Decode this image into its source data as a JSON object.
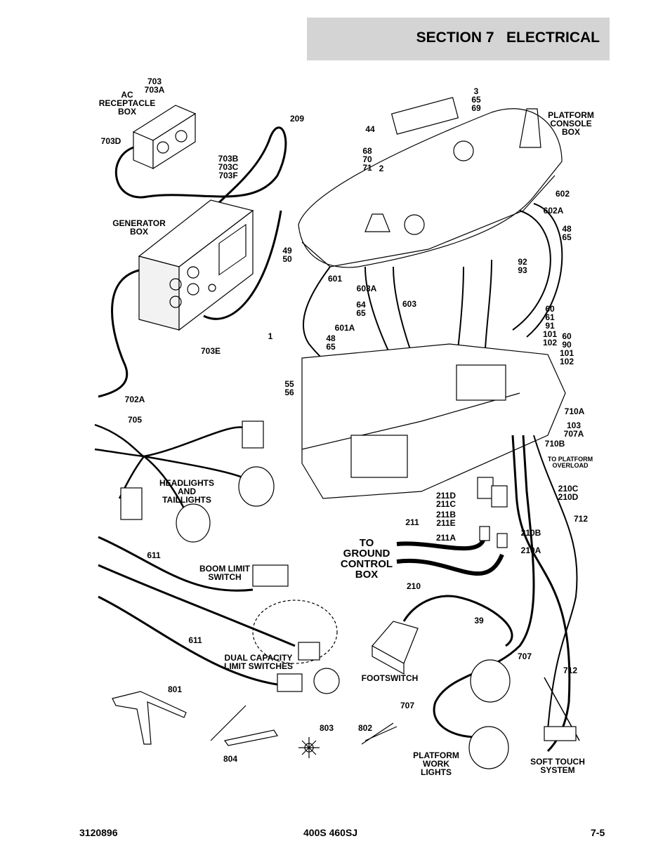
{
  "header": {
    "section_title": "SECTION 7   ELECTRICAL"
  },
  "components": {
    "ac_receptacle_box": "AC\nRECEPTACLE\nBOX",
    "generator_box": "GENERATOR\nBOX",
    "platform_console_box": "PLATFORM\nCONSOLE\nBOX",
    "headlights_taillights": "HEADLIGHTS\nAND\nTAILLIGHTS",
    "boom_limit_switch": "BOOM LIMIT\nSWITCH",
    "dual_capacity_limit_switches": "DUAL CAPACITY\nLIMIT SWITCHES",
    "footswitch": "FOOTSWITCH",
    "platform_work_lights": "PLATFORM\nWORK\nLIGHTS",
    "soft_touch_system": "SOFT TOUCH\nSYSTEM",
    "to_ground_control_box": "TO\nGROUND\nCONTROL\nBOX",
    "to_platform_overload": "TO PLATFORM\nOVERLOAD"
  },
  "callouts": {
    "c703": "703\n703A",
    "c703d": "703D",
    "c703b": "703B\n703C\n703F",
    "c209": "209",
    "c703e": "703E",
    "c702a": "702A",
    "c3": "3\n65\n69",
    "c44": "44",
    "c68": "68\n70\n71",
    "c2": "2",
    "c602": "602",
    "c602a": "602A",
    "c48_65_top": "48\n65",
    "c49": "49\n50",
    "c601": "601",
    "c603a": "603A",
    "c64": "64\n65",
    "c603": "603",
    "c92": "92\n93",
    "c1": "1",
    "c601a": "601A",
    "c48_65_mid": "48\n65",
    "c60a": "60\n61\n91\n101\n102",
    "c60b": "60\n90\n101\n102",
    "c55": "55\n56",
    "c710a": "710A",
    "c103": "103\n707A",
    "c710b": "710B",
    "c705": "705",
    "c211d": "211D\n211C",
    "c211b": "211B\n211E",
    "c210c": "210C\n210D",
    "c211": "211",
    "c211a": "211A",
    "c210b": "210B",
    "c712a": "712",
    "c210a": "210A",
    "c210": "210",
    "c611a": "611",
    "c39": "39",
    "c611b": "611",
    "c707a": "707",
    "c712b": "712",
    "c801": "801",
    "c707b": "707",
    "c803": "803",
    "c802": "802",
    "c804": "804"
  },
  "footer": {
    "part_number": "3120896",
    "model": "400S 460SJ",
    "page": "7-5"
  }
}
